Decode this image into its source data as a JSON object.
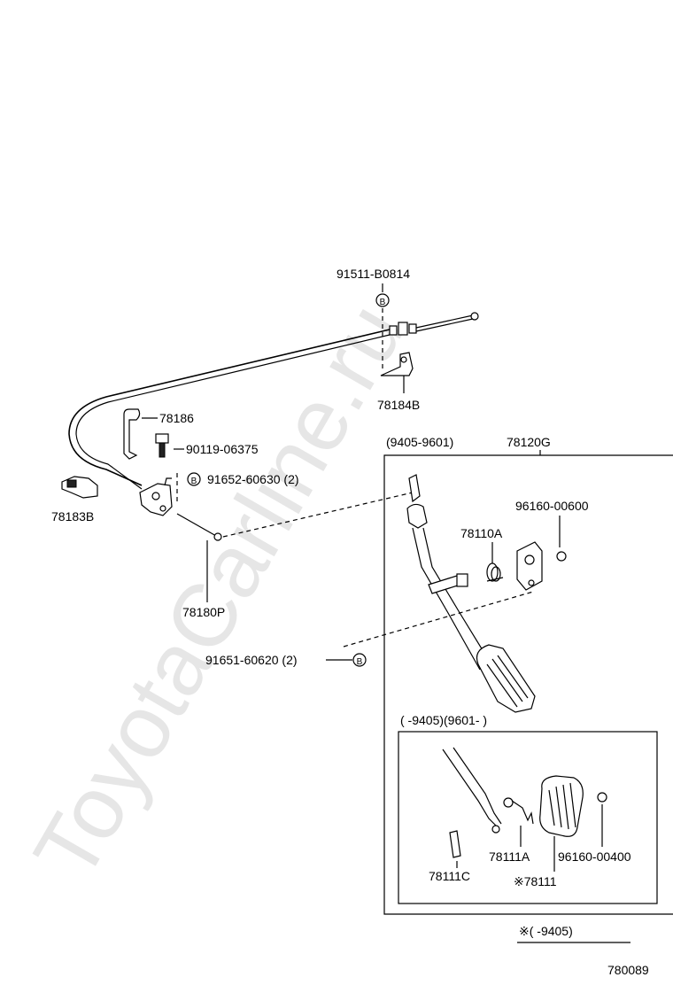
{
  "watermark": "ToyotaCarline.ru",
  "labels": {
    "bolt_top": "91511-B0814",
    "bracket_top": "78184B",
    "clamp_78186": "78186",
    "clip_90119": "90119-06375",
    "nut_91652": "91652-60630 (2)",
    "clamp_78183b": "78183B",
    "cable_78180p": "78180P",
    "bolt_91651": "91651-60620 (2)",
    "range_upper": "(9405-9601)",
    "pedal_78120g": "78120G",
    "ring_96160_00600": "96160-00600",
    "spring_78110a": "78110A",
    "range_lower": "(        -9405)(9601-        )",
    "spring_78111a": "78111A",
    "ring_96160_00400": "96160-00400",
    "pin_78111c": "78111C",
    "pad_78111": "※78111",
    "footnote": "※(        -9405)",
    "diagram_id": "780089"
  },
  "symbols": {
    "b_marker": "B"
  }
}
